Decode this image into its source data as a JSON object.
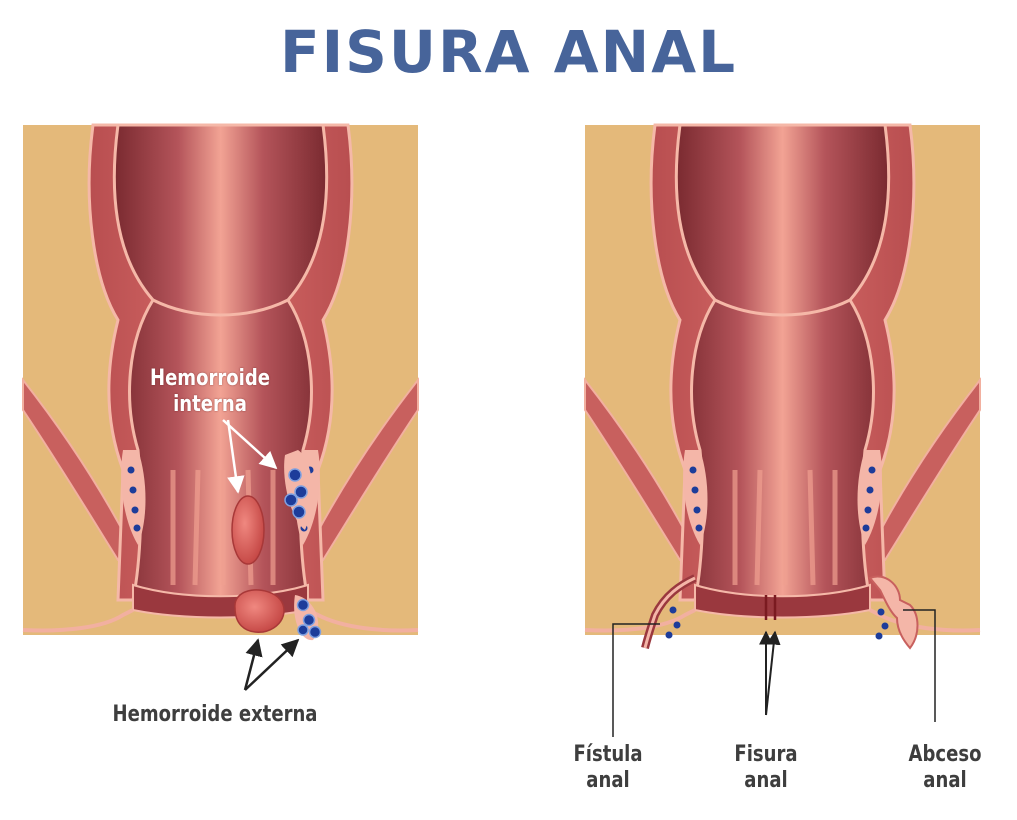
{
  "title": "FISURA ANAL",
  "left_panel": {
    "internal_label_line1": "Hemorroide",
    "internal_label_line2": "interna",
    "external_label": "Hemorroide externa"
  },
  "right_panel": {
    "fistula_line1": "Fístula",
    "fistula_line2": "anal",
    "fissure_line1": "Fisura",
    "fissure_line2": "anal",
    "abscess_line1": "Abceso",
    "abscess_line2": "anal"
  },
  "colors": {
    "title": "#47649a",
    "tissue": "#e4b97a",
    "muscle": "#c8605e",
    "lumen_dark": "#8a3236",
    "lumen_light": "#f0a090",
    "vein": "#1d3c9a"
  }
}
